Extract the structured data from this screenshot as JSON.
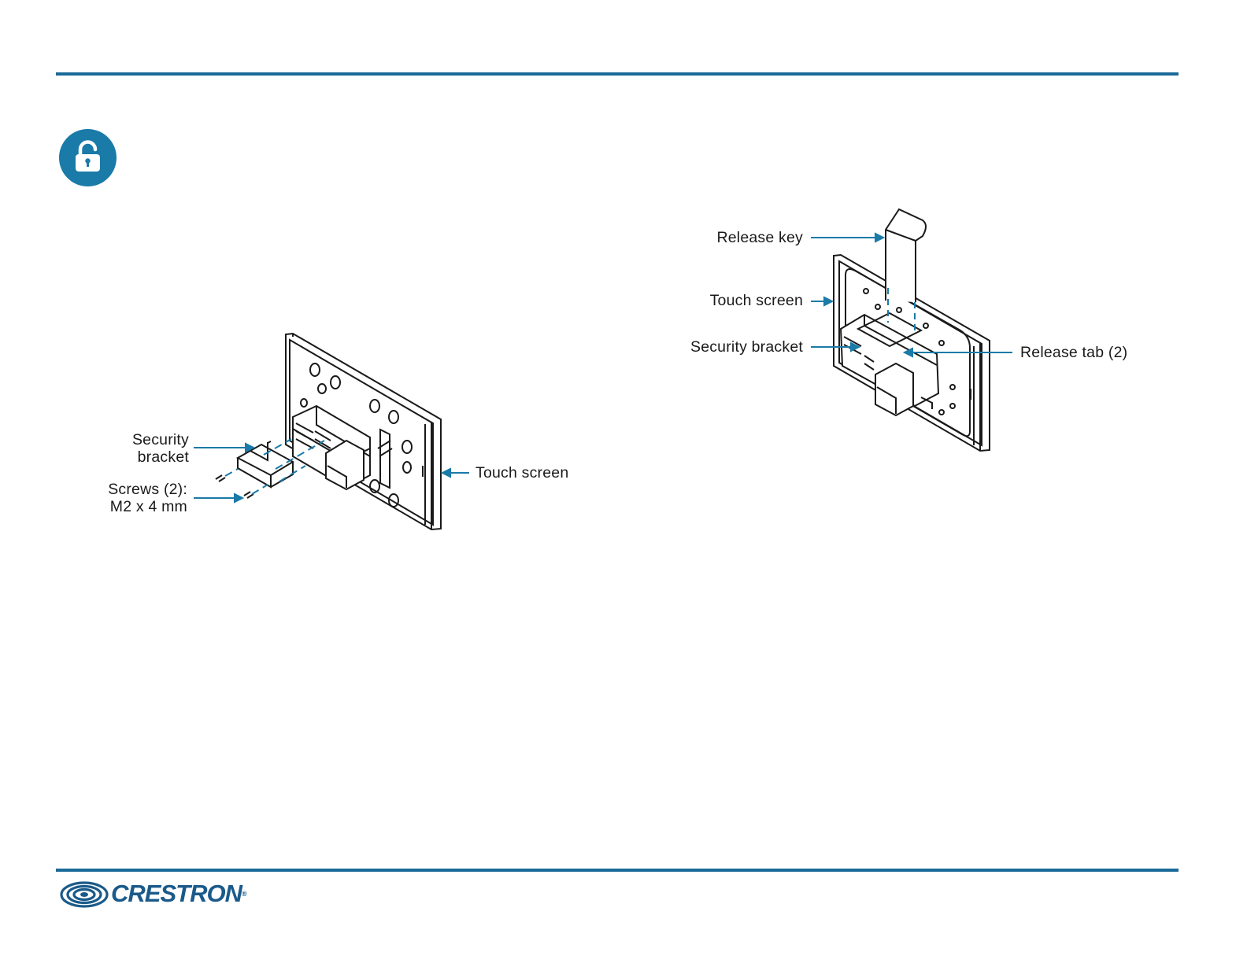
{
  "icons": {
    "lock": "unlock-icon",
    "logo_mark": "crestron-swirl-icon"
  },
  "colors": {
    "accent": "#1a6a98",
    "badge": "#1a7aa8",
    "callout": "#1a7aa8"
  },
  "left_figure": {
    "security_bracket_label_line1": "Security",
    "security_bracket_label_line2": "bracket",
    "screws_label_line1": "Screws (2):",
    "screws_label_line2": "M2 x 4 mm",
    "touch_screen_label": "Touch screen"
  },
  "right_figure": {
    "release_key_label": "Release key",
    "touch_screen_label": "Touch screen",
    "security_bracket_label": "Security bracket",
    "release_tab_label": "Release tab (2)"
  },
  "footer": {
    "brand": "CRESTRON",
    "reg_mark": "®"
  }
}
